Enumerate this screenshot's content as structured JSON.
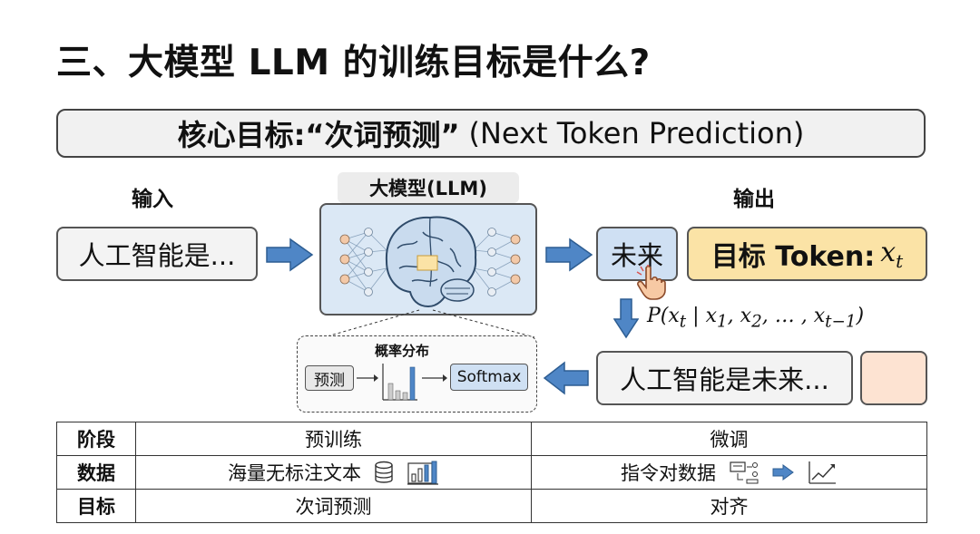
{
  "title": "三、大模型 LLM 的训练目标是什么?",
  "core_goal": {
    "label_zh": "核心目标:“次词预测”",
    "label_en": "(Next Token Prediction)"
  },
  "flow": {
    "input_heading": "输入",
    "input_text": "人工智能是...",
    "model_label": "大模型(LLM)",
    "output_heading": "输出",
    "output_token": "未来",
    "target_label": "目标 Token:",
    "target_symbol": "xt",
    "probability_formula": "P(xt | x1, x2, ..., xt−1)",
    "extended_sequence": "人工智能是未来...",
    "probability_panel": {
      "title": "概率分布",
      "predict_label": "预测",
      "softmax_label": "Softmax"
    }
  },
  "stages_table": {
    "columns": [
      "阶段",
      "预训练",
      "微调"
    ],
    "rows": [
      {
        "header": "数据",
        "pretrain": "海量无标注文本",
        "finetune": "指令对数据"
      },
      {
        "header": "目标",
        "pretrain": "次词预测",
        "finetune": "对齐"
      }
    ]
  },
  "icons": [
    "right-arrow-icon",
    "down-arrow-icon",
    "left-arrow-icon",
    "brain-network-icon",
    "hand-pointer-icon",
    "bar-chart-icon",
    "database-icon",
    "chart-bars-icon",
    "instruction-pairs-icon",
    "trend-up-icon"
  ],
  "colors": {
    "arrow_blue": "#4f86c6",
    "model_bg": "#dbe8f5",
    "token_bg": "#cfe0f3",
    "target_bg": "#fbe3a6",
    "peach": "#fde3d2"
  }
}
